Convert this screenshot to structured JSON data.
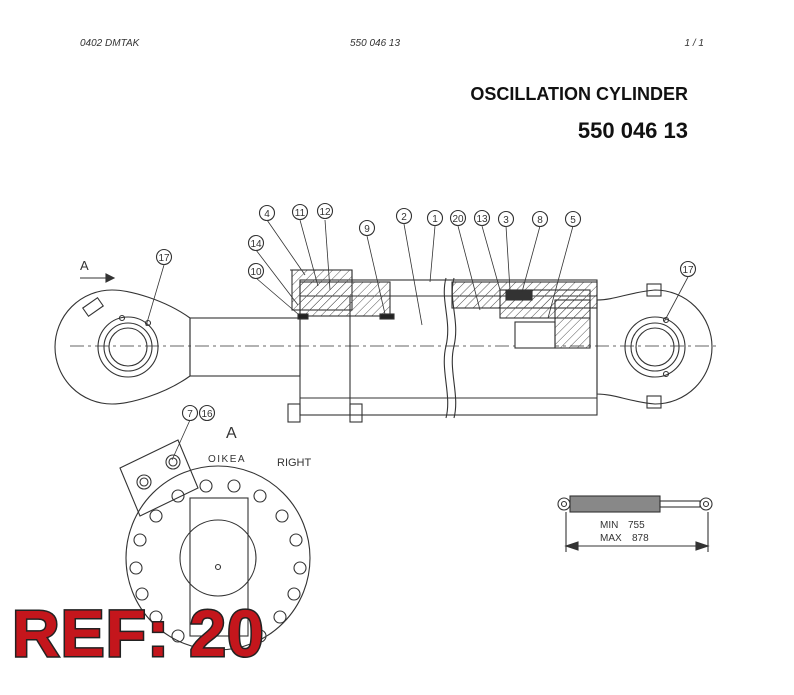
{
  "header": {
    "left": "0402   DMTAK",
    "center": "550 046 13",
    "right": "1 / 1"
  },
  "title": "OSCILLATION CYLINDER",
  "part_number": "550 046 13",
  "balloons": [
    "4",
    "11",
    "12",
    "2",
    "1",
    "20",
    "13",
    "3",
    "8",
    "5",
    "9",
    "14",
    "10",
    "17",
    "17",
    "7",
    "16"
  ],
  "view_label": "A",
  "view_arrow_label": "A",
  "view_text": "OIKEA",
  "view_side": "RIGHT",
  "stroke": {
    "min_label": "MIN",
    "min_value": "755",
    "max_label": "MAX",
    "max_value": "878"
  },
  "ref_label": "REF: 20",
  "colors": {
    "ref": "#c4161c",
    "line": "#333333"
  }
}
